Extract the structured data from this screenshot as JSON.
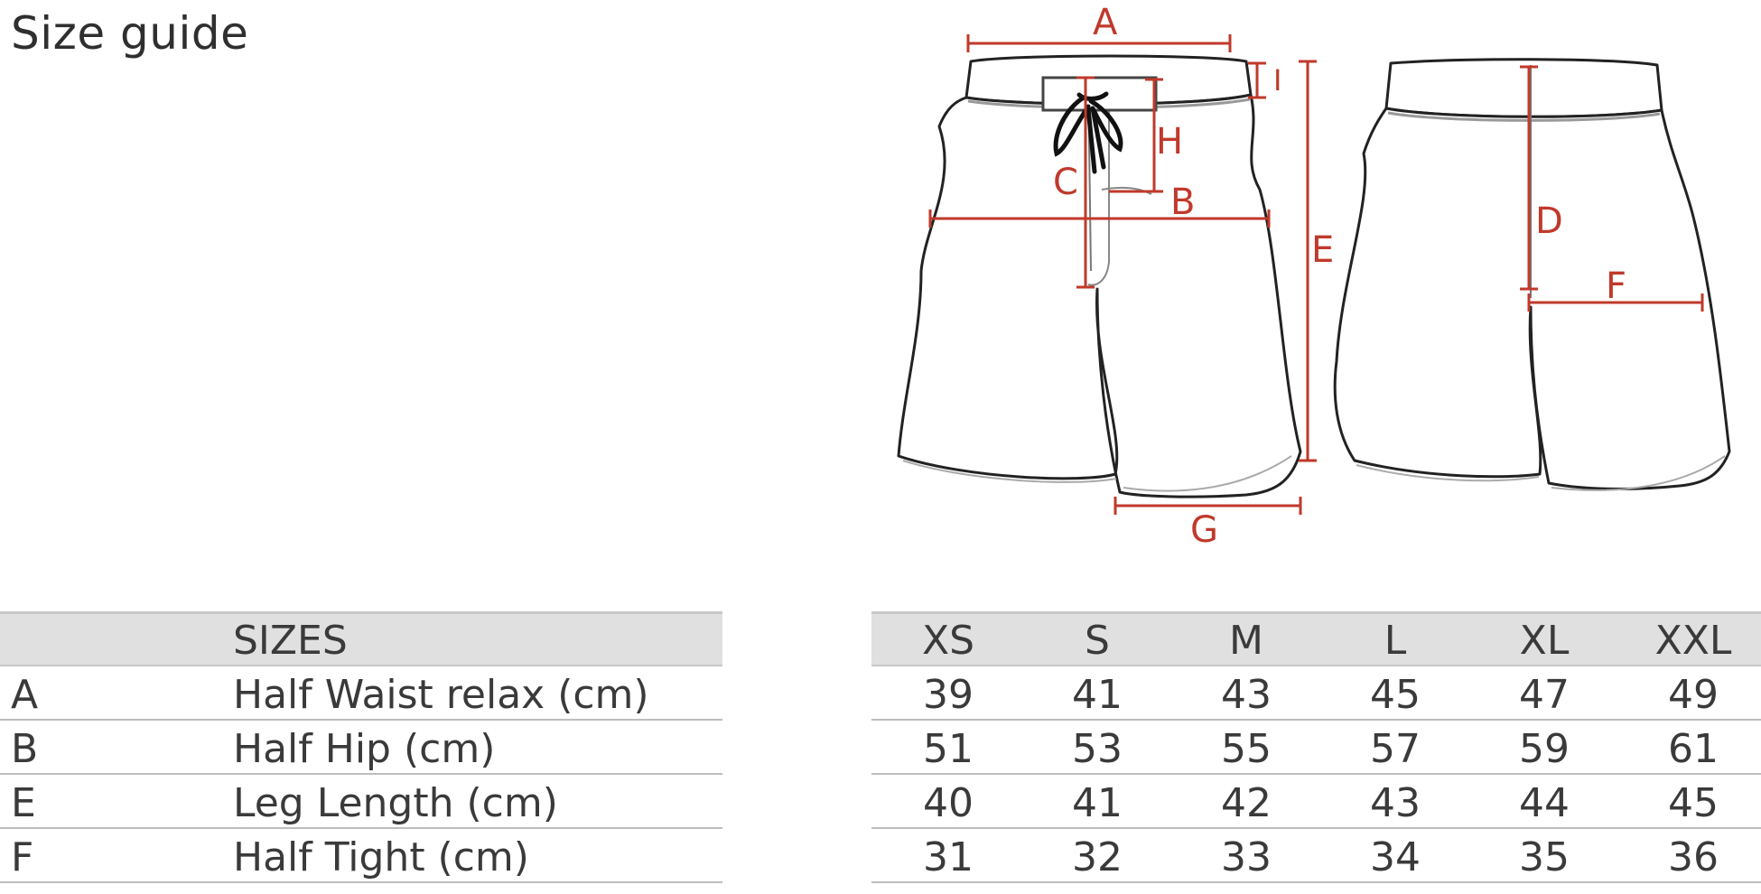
{
  "title": "Size guide",
  "diagram": {
    "labels": {
      "A": "A",
      "B": "B",
      "C": "C",
      "D": "D",
      "E": "E",
      "F": "F",
      "G": "G",
      "H": "H",
      "I": "I"
    },
    "measure_color": "#c0392b",
    "outline_color": "#222222"
  },
  "measures_table": {
    "header": "SIZES",
    "rows": [
      {
        "code": "A",
        "label": "Half Waist relax (cm)"
      },
      {
        "code": "B",
        "label": "Half Hip (cm)"
      },
      {
        "code": "E",
        "label": "Leg Length (cm)"
      },
      {
        "code": "F",
        "label": "Half Tight (cm)"
      }
    ]
  },
  "sizes_table": {
    "sizes": [
      "XS",
      "S",
      "M",
      "L",
      "XL",
      "XXL"
    ],
    "rows": [
      [
        "39",
        "41",
        "43",
        "45",
        "47",
        "49"
      ],
      [
        "51",
        "53",
        "55",
        "57",
        "59",
        "61"
      ],
      [
        "40",
        "41",
        "42",
        "43",
        "44",
        "45"
      ],
      [
        "31",
        "32",
        "33",
        "34",
        "35",
        "36"
      ]
    ]
  }
}
